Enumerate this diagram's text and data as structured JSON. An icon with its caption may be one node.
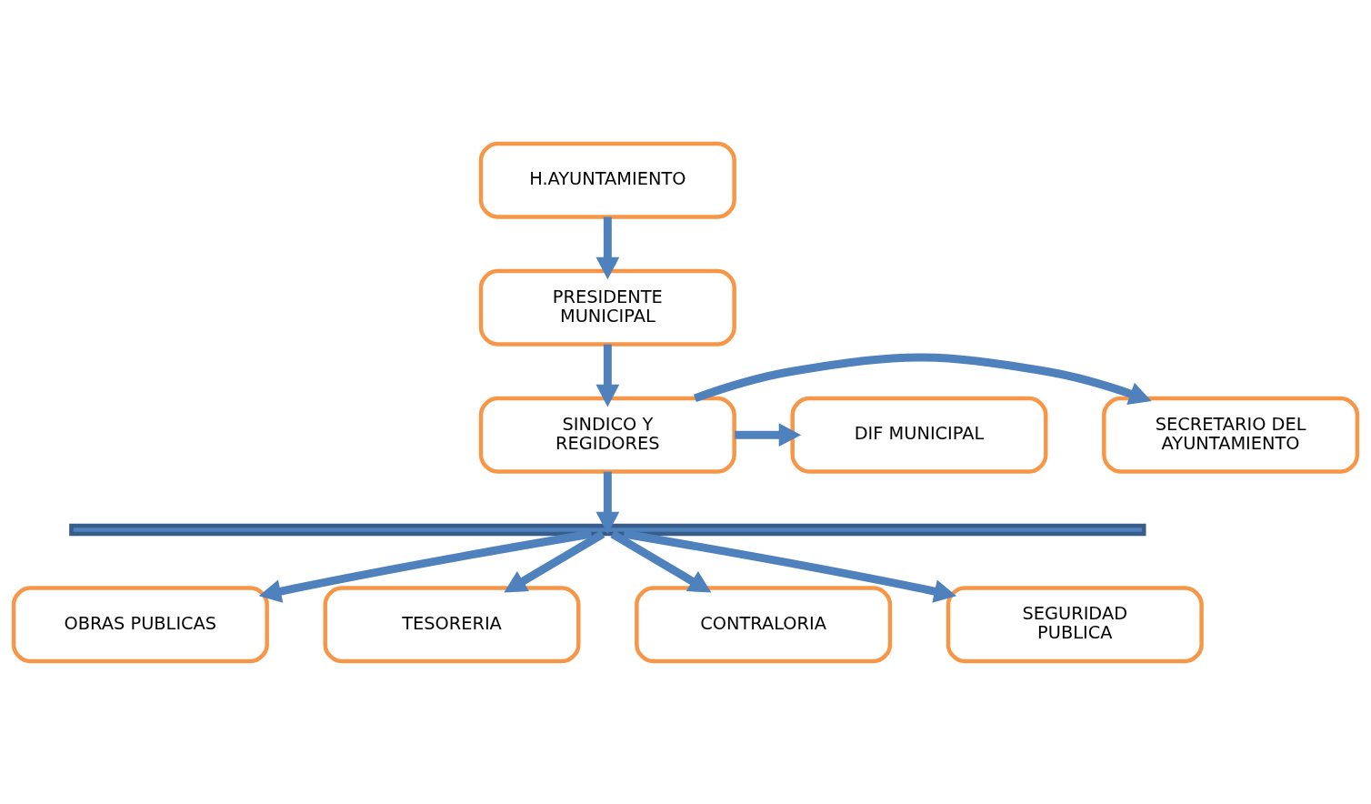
{
  "diagram": {
    "nodes": [
      {
        "text": [
          "H.AYUNTAMIENTO"
        ]
      },
      {
        "text": [
          "PRESIDENTE MUNICIPAL"
        ]
      },
      {
        "text": [
          "SECRETARIO DEL AYUNTAMIENTO"
        ]
      },
      {
        "text": [
          "SINDICO Y REGIDORES"
        ]
      },
      {
        "text": [
          "DIF MUNICIPAL"
        ]
      },
      {
        "text": [],
        "shape": "bar"
      },
      {
        "text": [
          "OBRAS PUBLICAS"
        ]
      },
      {
        "text": [
          "TESORERIA"
        ]
      },
      {
        "text": [
          "CONTRALORIA"
        ]
      },
      {
        "text": [
          "SEGURIDAD PUBLICA"
        ]
      }
    ],
    "edges": [
      {
        "from": 0,
        "to": 1,
        "arrow": "to"
      },
      {
        "from": 1,
        "to": 3,
        "arrow": "to"
      },
      {
        "from": 3,
        "to": 2,
        "arrow": "to"
      },
      {
        "from": 3,
        "to": 4,
        "arrow": "to"
      },
      {
        "from": 3,
        "to": 5,
        "arrow": "to"
      },
      {
        "from": 5,
        "to": 6,
        "arrow": "to"
      },
      {
        "from": 5,
        "to": 7,
        "arrow": "to"
      },
      {
        "from": 5,
        "to": 8,
        "arrow": "to"
      },
      {
        "from": 5,
        "to": 9,
        "arrow": "to"
      }
    ]
  }
}
